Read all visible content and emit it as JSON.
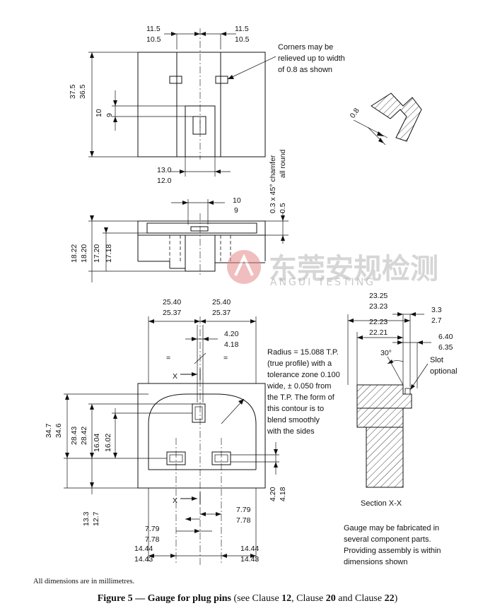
{
  "top_view": {
    "dim_left_a": "11.5",
    "dim_left_b": "10.5",
    "dim_right_a": "11.5",
    "dim_right_b": "10.5",
    "dim_height_a": "37.5",
    "dim_height_b": "36.5",
    "dim_slot_a": "10",
    "dim_slot_b": "9",
    "dim_bottom_a": "13.0",
    "dim_bottom_b": "12.0",
    "corner_note": [
      "Corners may be",
      "relieved up to width",
      "of 0.8 as shown"
    ]
  },
  "detail": {
    "dim": "0.8"
  },
  "side_view": {
    "dim_top_a": "10",
    "dim_top_b": "9",
    "dim_h1_a": "18.22",
    "dim_h1_b": "18.20",
    "dim_h2_a": "17.20",
    "dim_h2_b": "17.18",
    "chamfer_a": "0.3 x 45° chamfer",
    "chamfer_b": "0.5",
    "chamfer_c": "all round"
  },
  "front_view": {
    "dim_w1_a": "25.40",
    "dim_w1_b": "25.37",
    "dim_w2_a": "25.40",
    "dim_w2_b": "25.37",
    "dim_pin_a": "4.20",
    "dim_pin_b": "4.18",
    "eq_mark": "=",
    "section_mark": "X",
    "dim_h_total_a": "34.7",
    "dim_h_total_b": "34.6",
    "dim_h_a": "28.43",
    "dim_h_b": "28.42",
    "dim_h2_a": "16.04",
    "dim_h2_b": "16.02",
    "dim_bottom_a": "13.3",
    "dim_bottom_b": "12.7",
    "dim_pin_right_a": "4.20",
    "dim_pin_right_b": "4.18",
    "dim_779_a": "7.79",
    "dim_779_b": "7.78",
    "dim_779r_a": "7.79",
    "dim_779r_b": "7.78",
    "dim_1444_a": "14.44",
    "dim_1444_b": "14.43",
    "dim_1444r_a": "14.44",
    "dim_1444r_b": "14.43",
    "radius_note": [
      "Radius = 15.088 T.P.",
      "(true profile) with a",
      "tolerance zone 0.100",
      "wide, ± 0.050 from",
      "the T.P. The form of",
      "this contour is to",
      "blend smoothly",
      "with the sides"
    ]
  },
  "section_view": {
    "dim_a1": "23.25",
    "dim_a2": "23.23",
    "dim_b1": "22.23",
    "dim_b2": "22.21",
    "dim_c1": "3.3",
    "dim_c2": "2.7",
    "dim_d1": "6.40",
    "dim_d2": "6.35",
    "angle": "30°",
    "slot_note": [
      "Slot",
      "optional"
    ],
    "title": "Section X-X",
    "assembly_note": [
      "Gauge may be fabricated in",
      "several component parts.",
      "Providing assembly is within",
      "dimensions shown"
    ]
  },
  "watermark": {
    "text": "东莞安规检测",
    "sub": "ANGUI TESTING"
  },
  "footnote": "All dimensions are in millimetres.",
  "caption": {
    "figure": "Figure 5 — Gauge for plug pins",
    "rest_1": " (see Clause ",
    "c1": "12",
    "sep1": ", Clause ",
    "c2": "20",
    "sep2": " and Clause ",
    "c3": "22",
    "end": ")"
  }
}
